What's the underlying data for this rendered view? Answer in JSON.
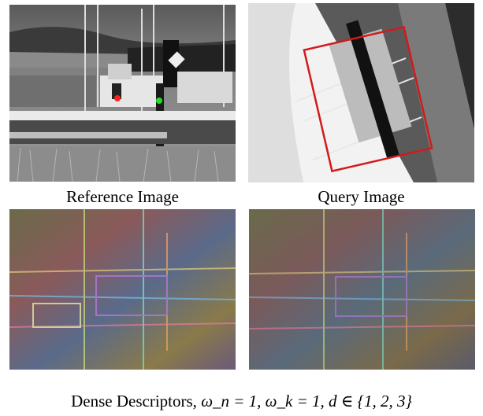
{
  "captions": {
    "reference": "Reference Image",
    "query": "Query Image",
    "descriptors_prefix": "Dense Descriptors,",
    "descriptors_params": "ω_n = 1, ω_k = 1, d ∈ {1, 2, 3}"
  },
  "colors": {
    "match_box": "#d11a1a",
    "keypoint_red": "#ff2020",
    "keypoint_green": "#22dd22"
  }
}
